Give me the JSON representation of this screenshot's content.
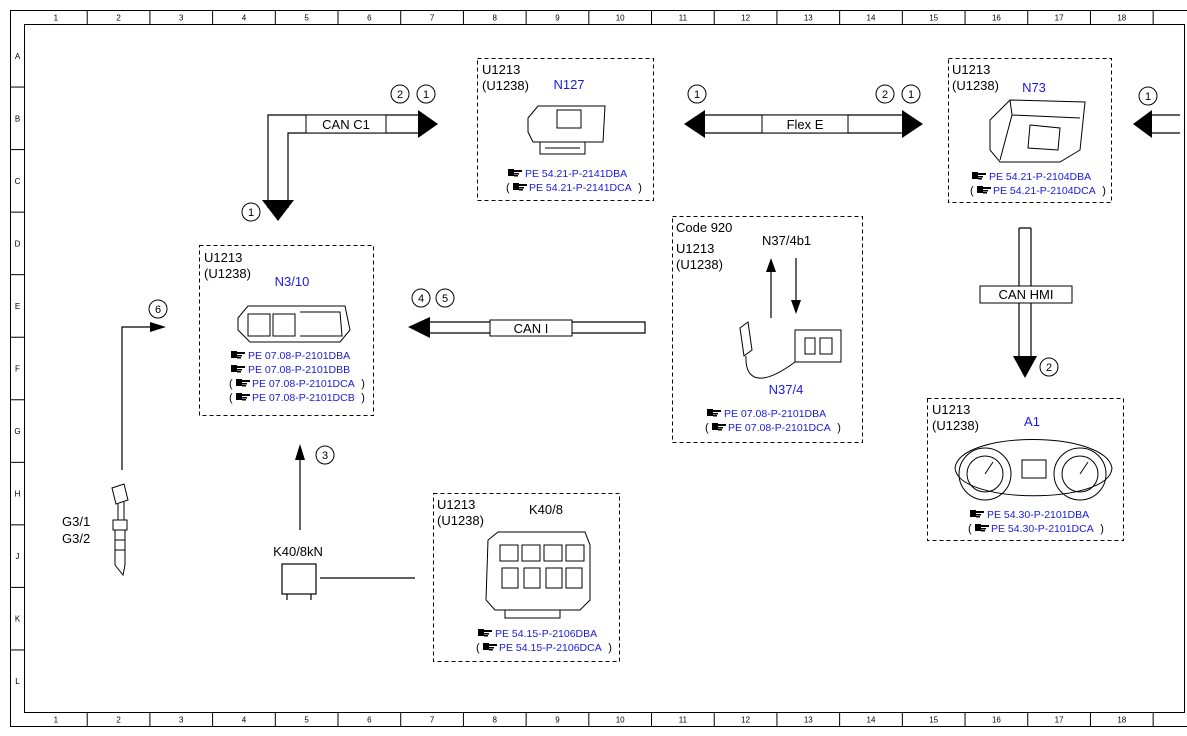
{
  "colors": {
    "ink": "#000000",
    "ref_blue": "#1a1adc",
    "background": "#ffffff"
  },
  "frame": {
    "columns": [
      "1",
      "2",
      "3",
      "4",
      "5",
      "6",
      "7",
      "8",
      "9",
      "10",
      "11",
      "12",
      "13",
      "14",
      "15",
      "16",
      "17",
      "18"
    ],
    "rows": [
      "A",
      "B",
      "C",
      "D",
      "E",
      "F",
      "G",
      "H",
      "J",
      "K",
      "L"
    ]
  },
  "components": {
    "n127": {
      "code": "U1213",
      "code_alt": "(U1238)",
      "name": "N127",
      "refs": [
        {
          "text": "PE 54.21-P-2141DBA",
          "paren": false
        },
        {
          "text": "PE 54.21-P-2141DCA",
          "paren": true
        }
      ]
    },
    "n73": {
      "code": "U1213",
      "code_alt": "(U1238)",
      "name": "N73",
      "refs": [
        {
          "text": "PE 54.21-P-2104DBA",
          "paren": false
        },
        {
          "text": "PE 54.21-P-2104DCA",
          "paren": true
        }
      ]
    },
    "n3_10": {
      "code": "U1213",
      "code_alt": "(U1238)",
      "name": "N3/10",
      "refs": [
        {
          "text": "PE 07.08-P-2101DBA",
          "paren": false
        },
        {
          "text": "PE 07.08-P-2101DBB",
          "paren": false
        },
        {
          "text": "PE 07.08-P-2101DCA",
          "paren": true
        },
        {
          "text": "PE 07.08-P-2101DCB",
          "paren": true
        }
      ]
    },
    "n37": {
      "code_extra": "Code 920",
      "code": "U1213",
      "code_alt": "(U1238)",
      "signal_label": "N37/4b1",
      "name": "N37/4",
      "refs": [
        {
          "text": "PE 07.08-P-2101DBA",
          "paren": false
        },
        {
          "text": "PE 07.08-P-2101DCA",
          "paren": true
        }
      ]
    },
    "a1": {
      "code": "U1213",
      "code_alt": "(U1238)",
      "name": "A1",
      "refs": [
        {
          "text": "PE 54.30-P-2101DBA",
          "paren": false
        },
        {
          "text": "PE 54.30-P-2101DCA",
          "paren": true
        }
      ]
    },
    "k40": {
      "code": "U1213",
      "code_alt": "(U1238)",
      "name": "K40/8",
      "refs": [
        {
          "text": "PE 54.15-P-2106DBA",
          "paren": false
        },
        {
          "text": "PE 54.15-P-2106DCA",
          "paren": true
        }
      ]
    },
    "k40_8kn": {
      "name": "K40/8kN"
    },
    "g3": {
      "name_1": "G3/1",
      "name_2": "G3/2"
    }
  },
  "buses": {
    "can_c1": "CAN C1",
    "flex_e": "Flex E",
    "can_i": "CAN I",
    "can_hmi": "CAN HMI"
  },
  "markers": {
    "can_c1_a": "2",
    "can_c1_b": "1",
    "can_c1_down": "1",
    "flex_left": "1",
    "flex_right_a": "2",
    "flex_right_b": "1",
    "far_right": "1",
    "can_i_a": "4",
    "can_i_b": "5",
    "g3_signal": "6",
    "k40_signal": "3",
    "can_hmi_down": "2"
  },
  "ref_prefix_icon": "pointing-hand-icon"
}
